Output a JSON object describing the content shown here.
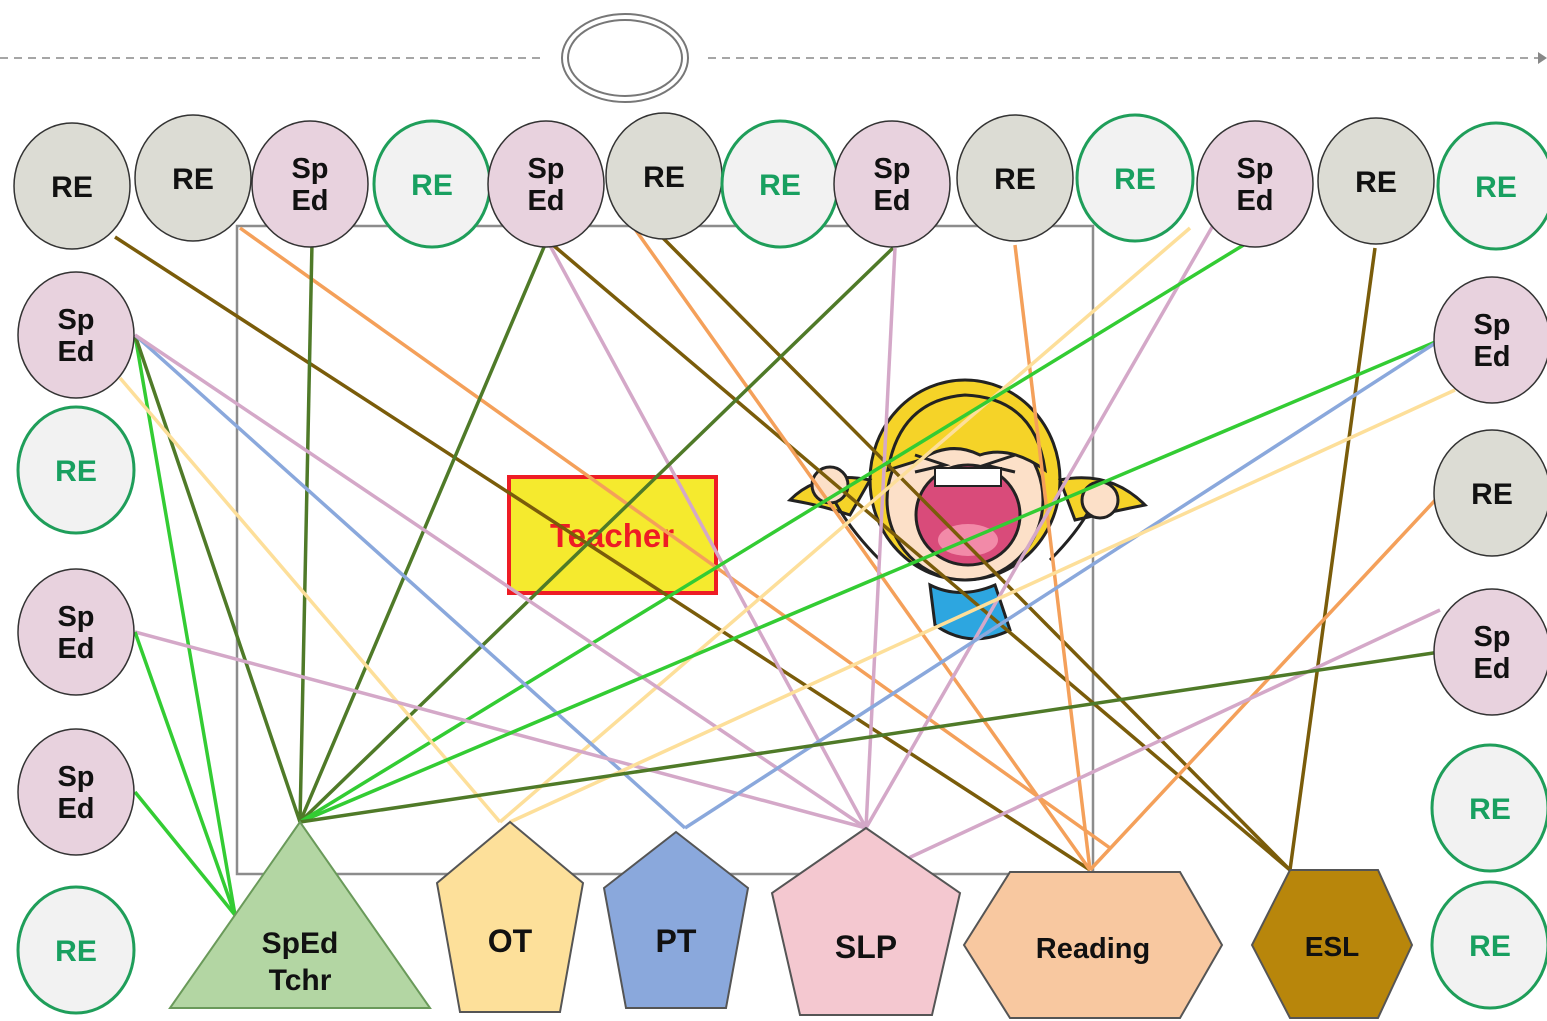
{
  "colors": {
    "re_gray_fill": "#dcdcd4",
    "re_light_fill": "#f2f2f2",
    "re_green_stroke": "#1f9e5a",
    "re_green_text": "#18a060",
    "sped_fill": "#e8d2de",
    "teacher_fill": "#f5ea2e",
    "teacher_border": "#ee1c25",
    "teacher_text": "#ee1c25",
    "sped_tchr_fill": "#b3d6a3",
    "ot_fill": "#fde09a",
    "pt_fill": "#8aa8dc",
    "slp_fill": "#f4c8d0",
    "reading_fill": "#f8c8a0",
    "esl_fill": "#b8860b",
    "line_dark_green": "#4f7a28",
    "line_bright_green": "#33cc33",
    "line_brown": "#7a5c0a",
    "line_orange": "#f4a05a",
    "line_pink": "#d4a8c8",
    "line_yellow": "#fddf9a",
    "line_blue": "#8aa8dc"
  },
  "labels": {
    "re": "RE",
    "sped_line1": "Sp",
    "sped_line2": "Ed",
    "teacher": "Teacher",
    "sped_tchr_line1": "SpEd",
    "sped_tchr_line2": "Tchr",
    "ot": "OT",
    "pt": "PT",
    "slp": "SLP",
    "reading": "Reading",
    "esl": "ESL"
  },
  "icons": {
    "header_emblem": "double-oval-icon",
    "child": "screaming-child-icon"
  },
  "slide_marker": "triangle-bullet-icon"
}
